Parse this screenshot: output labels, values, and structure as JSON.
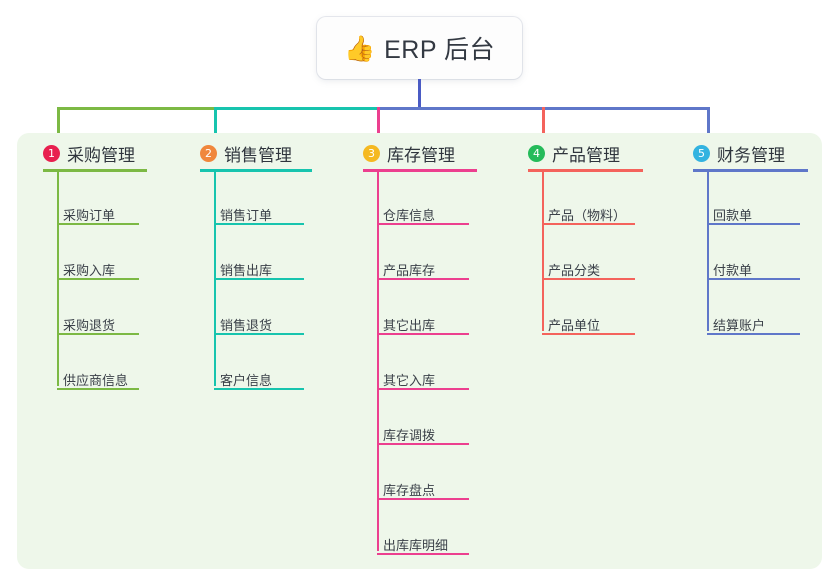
{
  "root": {
    "icon": "thumbs-up-icon",
    "emoji": "👍",
    "title": "ERP 后台"
  },
  "colors": {
    "panel_bg": "#eef7ea",
    "root_connector": "#4a5bc4",
    "branch_1": "#7cb944",
    "branch_2": "#17c4ae",
    "branch_3": "#ec3f8f",
    "branch_4": "#f4635c",
    "branch_5": "#5f77c9",
    "badge_1": "#e8204f",
    "badge_2": "#f0873c",
    "badge_3": "#f5b921",
    "badge_4": "#25bb5a",
    "badge_5": "#33b3e0",
    "text": "#2f353d"
  },
  "columns": [
    {
      "number": "1",
      "title": "采购管理",
      "color": "#7cb944",
      "badge_color": "#e8204f",
      "items": [
        "采购订单",
        "采购入库",
        "采购退货",
        "供应商信息"
      ]
    },
    {
      "number": "2",
      "title": "销售管理",
      "color": "#17c4ae",
      "badge_color": "#f0873c",
      "items": [
        "销售订单",
        "销售出库",
        "销售退货",
        "客户信息"
      ]
    },
    {
      "number": "3",
      "title": "库存管理",
      "color": "#ec3f8f",
      "badge_color": "#f5b921",
      "items": [
        "仓库信息",
        "产品库存",
        "其它出库",
        "其它入库",
        "库存调拨",
        "库存盘点",
        "出库库明细"
      ]
    },
    {
      "number": "4",
      "title": "产品管理",
      "color": "#f4635c",
      "badge_color": "#25bb5a",
      "items": [
        "产品（物料）",
        "产品分类",
        "产品单位"
      ]
    },
    {
      "number": "5",
      "title": "财务管理",
      "color": "#5f77c9",
      "badge_color": "#33b3e0",
      "items": [
        "回款单",
        "付款单",
        "结算账户"
      ]
    }
  ]
}
